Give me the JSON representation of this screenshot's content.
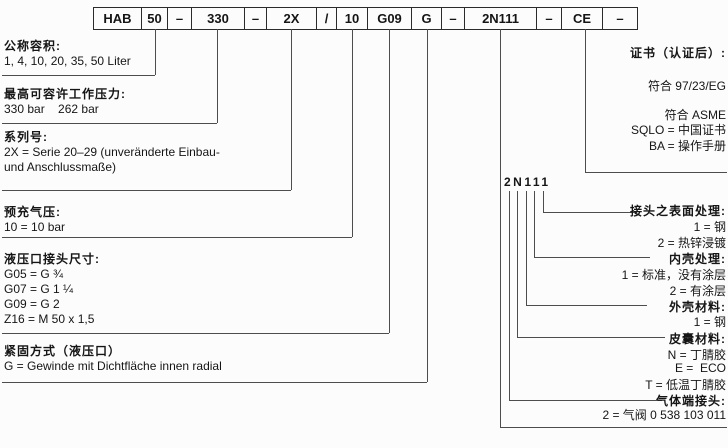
{
  "code_row": {
    "segments": [
      {
        "label": "HAB"
      },
      {
        "label": "50"
      },
      {
        "label": "–"
      },
      {
        "label": "330"
      },
      {
        "label": "–"
      },
      {
        "label": "2X"
      },
      {
        "label": "/"
      },
      {
        "label": "10"
      },
      {
        "label": "G09"
      },
      {
        "label": "G"
      },
      {
        "label": "–"
      },
      {
        "label": "2N111"
      },
      {
        "label": "–"
      },
      {
        "label": "CE"
      },
      {
        "label": "–"
      }
    ]
  },
  "left_blocks": [
    {
      "title": "公称容积:",
      "lines": [
        "1, 4, 10, 20, 35, 50 Liter"
      ]
    },
    {
      "title": "最高可容许工作压力:",
      "lines": [
        "330 bar    262 bar"
      ]
    },
    {
      "title": "系列号:",
      "lines": [
        "2X = Serie 20–29 (unveränderte Einbau-",
        "und Anschlussmaße)"
      ]
    },
    {
      "title": "预充气压:",
      "lines": [
        "10 = 10 bar"
      ]
    },
    {
      "title": "液压口接头尺寸:",
      "lines": [
        "G05 = G ¾",
        "G07 = G 1 ¼",
        "G09 = G 2",
        "Z16 = M 50 x 1,5"
      ]
    },
    {
      "title": "紧固方式（液压口）",
      "lines": [
        "G = Gewinde mit Dichtfläche innen radial"
      ]
    }
  ],
  "certificates": {
    "title": "证书（认证后）:",
    "lines": [
      "符合 97/23/EG",
      "符合 ASME",
      "SQLO = 中国证书",
      "BA = 操作手册"
    ]
  },
  "subcode": {
    "label": "2N111",
    "groups": [
      {
        "title": "接头之表面处理:",
        "values": [
          "1 = 钢",
          "2 = 热锌浸镀"
        ]
      },
      {
        "title": "内壳处理:",
        "values": [
          "1 = 标准，没有涂层",
          "2 = 有涂层"
        ]
      },
      {
        "title": "外壳材料:",
        "values": [
          "1 = 钢"
        ]
      },
      {
        "title": "皮囊材料:",
        "values": [
          "N = 丁腈胶",
          "E =  ECO",
          "T = 低温丁腈胶"
        ]
      },
      {
        "title": "气体端接头:",
        "values": [
          "2 = 气阀 0 538 103 011"
        ]
      }
    ]
  }
}
